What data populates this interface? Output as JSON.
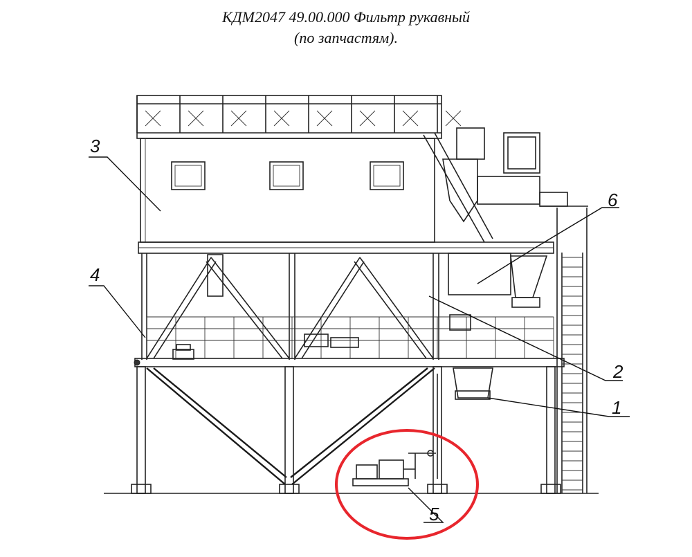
{
  "title": {
    "line1": "КДМ2047 49.00.000 Фильтр рукавный",
    "line2": "(по запчастям)."
  },
  "callouts": [
    {
      "id": "callout-1",
      "label": "1"
    },
    {
      "id": "callout-2",
      "label": "2"
    },
    {
      "id": "callout-3",
      "label": "3"
    },
    {
      "id": "callout-4",
      "label": "4"
    },
    {
      "id": "callout-5",
      "label": "5"
    },
    {
      "id": "callout-6",
      "label": "6"
    }
  ],
  "highlight": {
    "color": "#e8262d",
    "target": "5"
  },
  "colors": {
    "ink": "#222222",
    "background": "#ffffff"
  }
}
